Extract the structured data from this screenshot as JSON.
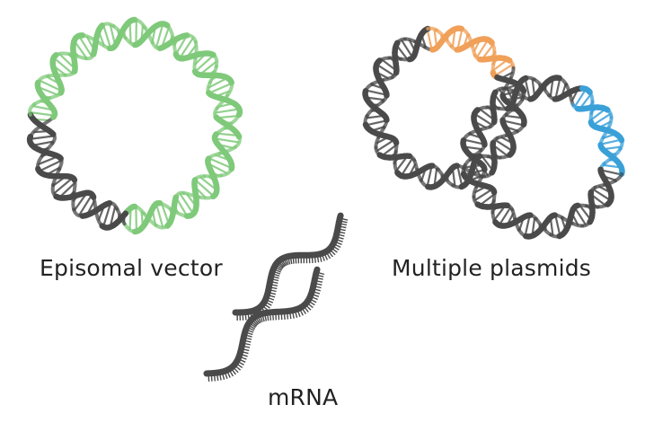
{
  "labels": {
    "episomal": "Episomal vector",
    "plasmids": "Multiple plasmids",
    "mrna": "mRNA"
  },
  "colors": {
    "background": "#ffffff",
    "dna_gray": "#4a4a4a",
    "episomal_segment": "#7fc97a",
    "plasmid_orange": "#f0a058",
    "plasmid_blue": "#3aa0d8",
    "label_text": "#222222"
  },
  "elements": {
    "episomal_vector": {
      "shape": "circular-dna",
      "highlight_color": "episomal_segment",
      "highlight_fraction": 0.75
    },
    "plasmid_1": {
      "shape": "circular-dna",
      "highlight_color": "plasmid_orange",
      "highlight_fraction": 0.2
    },
    "plasmid_2": {
      "shape": "circular-dna",
      "highlight_color": "plasmid_blue",
      "highlight_fraction": 0.2
    },
    "mrna": {
      "shape": "single-strand-rna",
      "strands": 2
    }
  }
}
